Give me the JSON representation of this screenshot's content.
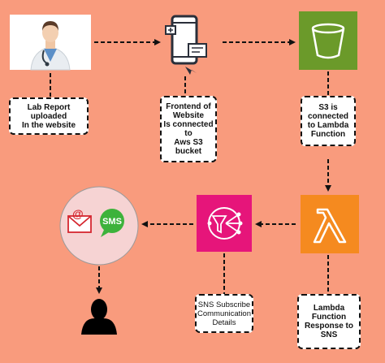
{
  "colors": {
    "background": "#F99B7D",
    "s3_green": "#6B9A2A",
    "lambda_orange": "#F58A1F",
    "sns_pink": "#E6157A",
    "notify_circle": "#F6D3D3",
    "arrow": "#111111"
  },
  "icons": {
    "doctor": "doctor-icon",
    "website": "website-icon",
    "s3": "s3-bucket-icon",
    "lambda": "lambda-icon",
    "sns": "sns-icon",
    "email": "email-icon",
    "sms": "sms-icon",
    "user": "user-icon"
  },
  "labels": {
    "lab_report": [
      "Lab Report",
      "uploaded",
      "In the website"
    ],
    "frontend": [
      "Frontend of",
      "Website",
      "Is connected",
      "to",
      "Aws S3",
      "bucket"
    ],
    "s3": [
      "S3 is",
      "connected",
      "to Lambda",
      "Function"
    ],
    "lambda": [
      "Lambda",
      "Function",
      "Response to",
      "SNS"
    ],
    "sns": [
      "SNS Subscribe",
      "Communication",
      "Details"
    ]
  },
  "sms_text": "SMS",
  "email_at": "@"
}
